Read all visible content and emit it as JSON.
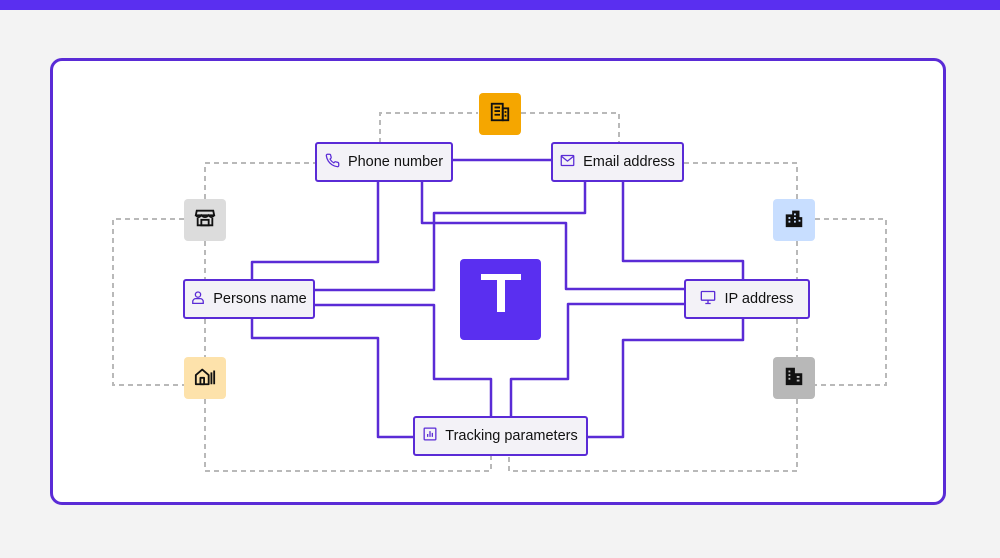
{
  "colors": {
    "accent": "#5a2bd6",
    "accent_bright": "#5a2ff0",
    "dashed": "#b9b9b9",
    "node_fill": "#f3f2f7",
    "page_bg": "#f3f3f3"
  },
  "center": {
    "icon": "t-logo-icon",
    "letter": "T",
    "color": "#5a2ff0"
  },
  "nodes": {
    "phone": {
      "label": "Phone number",
      "icon": "phone-icon"
    },
    "email": {
      "label": "Email address",
      "icon": "mail-icon"
    },
    "person": {
      "label": "Persons name",
      "icon": "user-icon"
    },
    "ip": {
      "label": "IP address",
      "icon": "monitor-icon"
    },
    "tracking": {
      "label": "Tracking parameters",
      "icon": "bar-chart-icon"
    }
  },
  "tiles": {
    "top": {
      "icon": "office-building-icon",
      "color": "#f5a600"
    },
    "left_top": {
      "icon": "storefront-icon",
      "color": "#dcdcdc"
    },
    "left_bottom": {
      "icon": "house-icon",
      "color": "#fde2ab"
    },
    "right_top": {
      "icon": "apartments-icon",
      "color": "#c8deff"
    },
    "right_bottom": {
      "icon": "warehouse-icon",
      "color": "#b8b8b8"
    }
  }
}
